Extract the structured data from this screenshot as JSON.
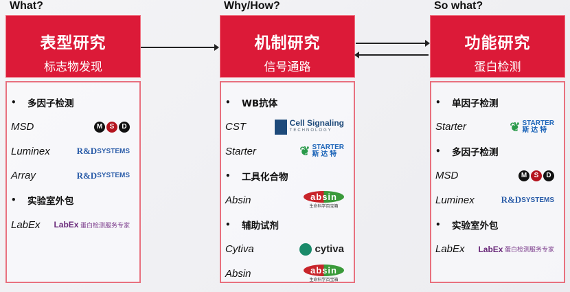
{
  "columns": [
    {
      "question": "What?",
      "title": "表型研究",
      "subtitle": "标志物发现",
      "rows": [
        {
          "type": "bullet",
          "label": "多因子检测"
        },
        {
          "type": "item",
          "label": "MSD",
          "logo": "msd",
          "logo_text": "MSD"
        },
        {
          "type": "item",
          "label": "Luminex",
          "logo": "rnd",
          "logo_text": "R&D SYSTEMS"
        },
        {
          "type": "item",
          "label": "Array",
          "logo": "rnd",
          "logo_text": "R&D SYSTEMS"
        },
        {
          "type": "bullet",
          "label": "实验室外包"
        },
        {
          "type": "item",
          "label": "LabEx",
          "logo": "labex",
          "logo_text": "LabEx 蛋白检测服务专家"
        }
      ]
    },
    {
      "question": "Why/How?",
      "title": "机制研究",
      "subtitle": "信号通路",
      "rows": [
        {
          "type": "bullet",
          "label": "WB抗体"
        },
        {
          "type": "item",
          "label": "CST",
          "logo": "cst",
          "logo_text": "Cell Signaling TECHNOLOGY"
        },
        {
          "type": "item",
          "label": "Starter",
          "logo": "starter",
          "logo_text": "STARTER 斯达特"
        },
        {
          "type": "bullet",
          "label": "工具化合物"
        },
        {
          "type": "item",
          "label": "Absin",
          "logo": "absin",
          "logo_text": "absin 生命科学百宝箱"
        },
        {
          "type": "bullet",
          "label": "辅助试剂"
        },
        {
          "type": "item",
          "label": "Cytiva",
          "logo": "cytiva",
          "logo_text": "cytiva"
        },
        {
          "type": "item",
          "label": "Absin",
          "logo": "absin",
          "logo_text": "absin 生命科学百宝箱"
        }
      ]
    },
    {
      "question": "So what?",
      "title": "功能研究",
      "subtitle": "蛋白检测",
      "rows": [
        {
          "type": "bullet",
          "label": "单因子检测"
        },
        {
          "type": "item",
          "label": "Starter",
          "logo": "starter",
          "logo_text": "STARTER 斯达特"
        },
        {
          "type": "bullet",
          "label": "多因子检测"
        },
        {
          "type": "item",
          "label": "MSD",
          "logo": "msd",
          "logo_text": "MSD"
        },
        {
          "type": "item",
          "label": "Luminex",
          "logo": "rnd",
          "logo_text": "R&D SYSTEMS"
        },
        {
          "type": "bullet",
          "label": "实验室外包"
        },
        {
          "type": "item",
          "label": "LabEx",
          "logo": "labex",
          "logo_text": "LabEx 蛋白检测服务专家"
        }
      ]
    }
  ],
  "colors": {
    "header_red": "#dc1a38",
    "border": "#e8707e"
  }
}
